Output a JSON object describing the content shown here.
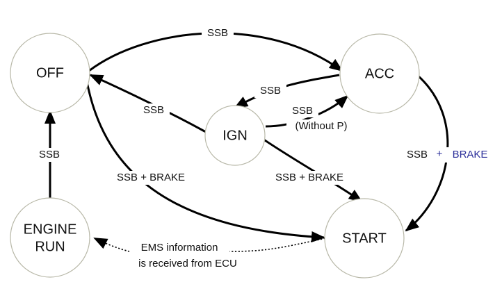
{
  "states": {
    "off": "OFF",
    "acc": "ACC",
    "ign": "IGN",
    "start": "START",
    "engine_run_line1": "ENGINE",
    "engine_run_line2": "RUN"
  },
  "transitions": {
    "off_to_acc": "SSB",
    "acc_to_ign": "SSB",
    "ign_to_off": "SSB",
    "ign_to_acc_line1": "SSB",
    "ign_to_acc_line2": "(Without P)",
    "off_to_start": "SSB + BRAKE",
    "ign_to_start": "SSB + BRAKE",
    "acc_to_start_ssb": "SSB",
    "acc_to_start_plus": "+",
    "acc_to_start_brake": "BRAKE",
    "engine_run_to_off": "SSB",
    "start_to_engine_run_line1": "EMS information",
    "start_to_engine_run_line2": "is received from ECU"
  },
  "colors": {
    "edge": "#000000",
    "circle_stroke": "#b8b8a8",
    "brake_accent": "#2b2f9a"
  }
}
